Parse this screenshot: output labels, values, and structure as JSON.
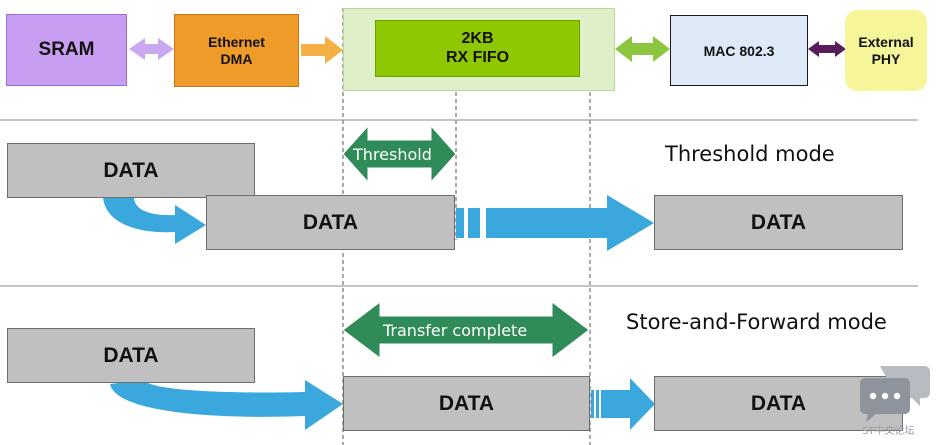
{
  "top_row": {
    "sram": "SRAM",
    "dma_line1": "Ethernet",
    "dma_line2": "DMA",
    "fifo_line1": "2KB",
    "fifo_line2": "RX FIFO",
    "mac": "MAC 802.3",
    "phy_line1": "External",
    "phy_line2": "PHY"
  },
  "threshold_mode": {
    "mode_label": "Threshold mode",
    "arrow_label": "Threshold",
    "block_source": "DATA",
    "block_fifo": "DATA",
    "block_dest": "DATA"
  },
  "store_forward_mode": {
    "mode_label": "Store-and-Forward mode",
    "arrow_label": "Transfer complete",
    "block_source": "DATA",
    "block_fifo": "DATA",
    "block_dest": "DATA"
  },
  "watermark": "ST中文论坛",
  "colors": {
    "sram": "#c89ef2",
    "dma": "#ef9b2a",
    "fifo_outer": "#dff0c8",
    "fifo_inner": "#8fc800",
    "mac": "#dde9f7",
    "phy": "#f6f59a",
    "data_block": "#c0c0c0",
    "flow_arrow": "#3aa8dd",
    "range_arrow": "#2f8b57"
  }
}
